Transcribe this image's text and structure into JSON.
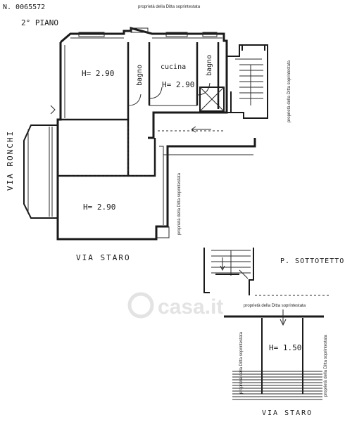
{
  "header": {
    "ref_number": "N. 0065572",
    "floor_label": "2° PIANO"
  },
  "labels": {
    "property_note": "proprietà della Ditta soprintestata",
    "street_west": "VIA RONCHI",
    "street_south": "VIA STARO",
    "street_south_attic": "VIA STARO",
    "attic_label": "P. SOTTOTETTO",
    "watermark": "casa.it"
  },
  "rooms": {
    "room_1_height": "H= 2.90",
    "bathroom_1": "bagno",
    "kitchen": "cucina",
    "kitchen_height": "H= 2.90",
    "bathroom_2": "bagno",
    "room_2_height": "H= 2.90",
    "attic_height": "H= 1.50"
  }
}
